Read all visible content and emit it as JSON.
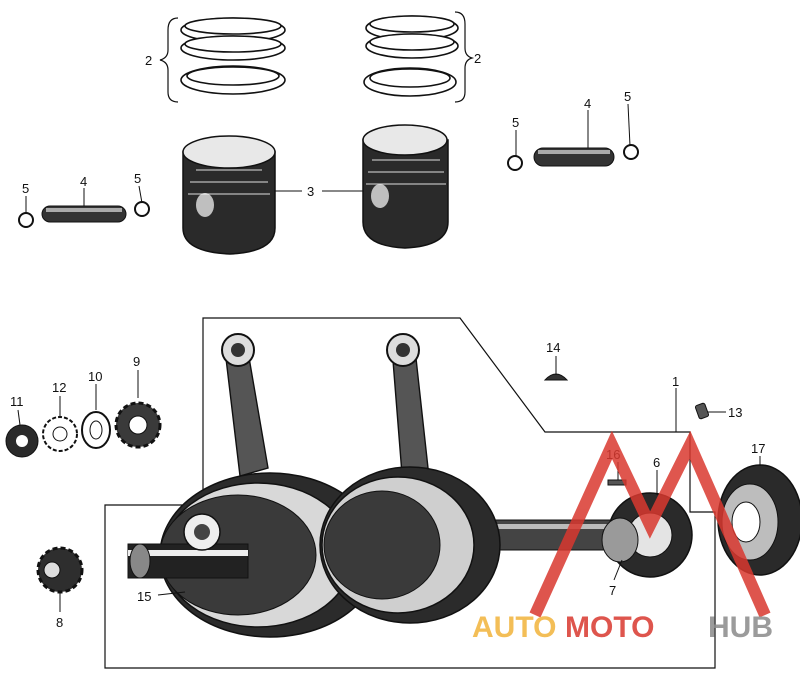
{
  "diagram": {
    "callouts": {
      "c1": "1",
      "c2_left": "2",
      "c2_right": "2",
      "c3": "3",
      "c4_left": "4",
      "c4_right": "4",
      "c5_a": "5",
      "c5_b": "5",
      "c5_c": "5",
      "c5_d": "5",
      "c6": "6",
      "c7": "7",
      "c8": "8",
      "c9": "9",
      "c10": "10",
      "c11": "11",
      "c12": "12",
      "c13": "13",
      "c14": "14",
      "c15": "15",
      "c16": "16",
      "c17": "17"
    }
  },
  "watermark": {
    "part1": "AUTO",
    "part2": "MOTO",
    "part3": "HUB",
    "colors": {
      "auto": "#f2b33a",
      "moto": "#d9382f",
      "hub": "#8a8a8a",
      "triangle": "#d9382f"
    }
  }
}
